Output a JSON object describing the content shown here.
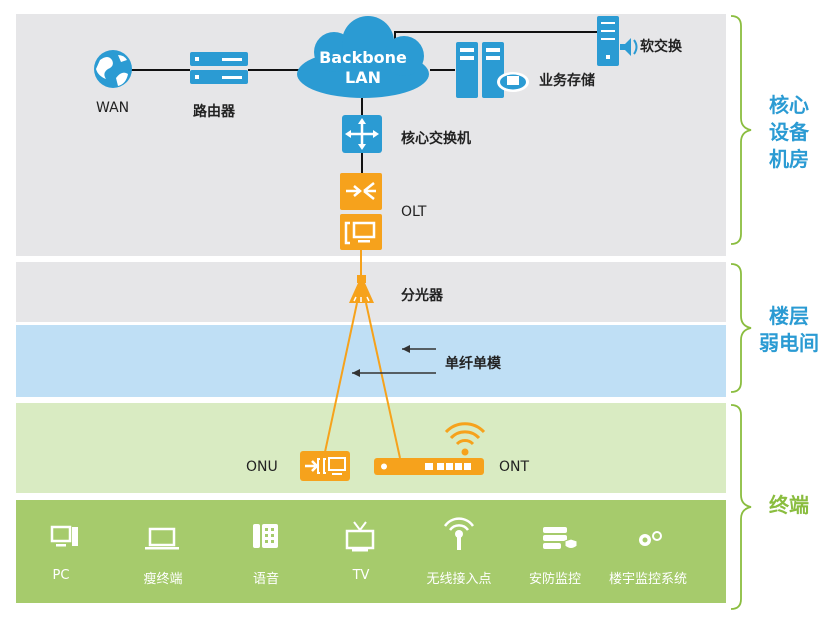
{
  "core": {
    "wan": "WAN",
    "router": "路由器",
    "backbone_line1": "Backbone",
    "backbone_line2": "LAN",
    "softswitch": "软交换",
    "storage": "业务存储",
    "core_switch": "核心交换机",
    "olt": "OLT"
  },
  "floor": {
    "splitter": "分光器",
    "fiber": "单纤单模"
  },
  "terminal": {
    "onu": "ONU",
    "ont": "ONT"
  },
  "devices": [
    {
      "label": "PC",
      "icon": "pc-icon"
    },
    {
      "label": "瘦终端",
      "icon": "thin-client-icon"
    },
    {
      "label": "语音",
      "icon": "phone-icon"
    },
    {
      "label": "TV",
      "icon": "tv-icon"
    },
    {
      "label": "无线接入点",
      "icon": "wireless-ap-icon"
    },
    {
      "label": "安防监控",
      "icon": "security-monitor-icon"
    },
    {
      "label": "楼宇监控系统",
      "icon": "building-monitor-icon"
    }
  ],
  "side": {
    "core_room": [
      "核心",
      "设备",
      "机房"
    ],
    "floor_room": [
      "楼层",
      "弱电间"
    ],
    "terminal": "终端"
  },
  "colors": {
    "blue": "#2b9bd3",
    "orange": "#f6a21c",
    "green": "#8abd3f",
    "light_green": "#a6cb6c"
  }
}
